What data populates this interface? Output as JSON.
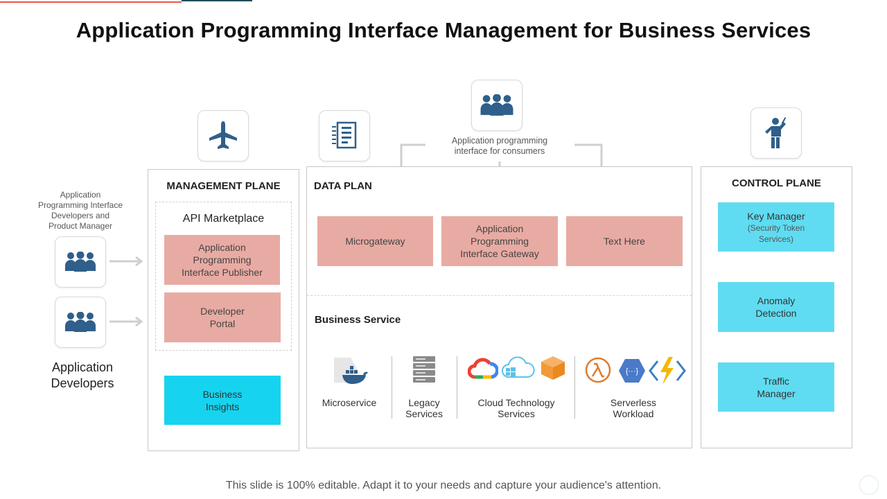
{
  "title": "Application Programming Interface Management for Business Services",
  "left": {
    "caption": "Application Programming Interface Developers and Product Manager",
    "developers_label": "Application Developers"
  },
  "management": {
    "title": "MANAGEMENT PLANE",
    "marketplace": "API Marketplace",
    "publisher": "Application Programming Interface Publisher",
    "portal": "Developer Portal",
    "insights": "Business Insights"
  },
  "data_plan": {
    "title": "DATA PLAN",
    "consumers": "Application programming interface for consumers",
    "boxes": [
      "Microgateway",
      "Application Programming Interface Gateway",
      "Text Here"
    ]
  },
  "business": {
    "title": "Business Service",
    "services": [
      "Microservice",
      "Legacy Services",
      "Cloud Technology Services",
      "Serverless Workload"
    ]
  },
  "control": {
    "title": "CONTROL PLANE",
    "key_manager": "Key Manager",
    "key_manager_sub": "(Security Token Services)",
    "anomaly": "Anomaly Detection",
    "traffic": "Traffic Manager"
  },
  "footer": "This slide is 100% editable. Adapt it to your needs and capture your audience's attention.",
  "colors": {
    "pink": "#e8aba3",
    "cyan": "#5fdcf2",
    "insights_cyan": "#16d4ef",
    "icon_blue": "#2f5f8a"
  },
  "icons": [
    "users-icon",
    "airplane-icon",
    "document-icon",
    "person-icon",
    "docker-icon",
    "server-icon",
    "google-cloud-icon",
    "azure-cloud-icon",
    "aws-box-icon",
    "lambda-icon",
    "api-hexagon-icon",
    "azure-functions-icon"
  ]
}
